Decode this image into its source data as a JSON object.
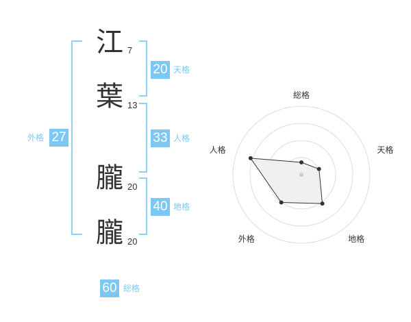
{
  "name": {
    "chars": [
      {
        "char": "江",
        "strokes": "7"
      },
      {
        "char": "葉",
        "strokes": "13"
      },
      {
        "char": "朧",
        "strokes": "20"
      },
      {
        "char": "朧",
        "strokes": "20"
      }
    ]
  },
  "kaku": {
    "tenkaku": {
      "value": "20",
      "label": "天格"
    },
    "jinkaku": {
      "value": "33",
      "label": "人格"
    },
    "chikaku": {
      "value": "40",
      "label": "地格"
    },
    "gaikaku": {
      "value": "27",
      "label": "外格"
    },
    "soukaku": {
      "value": "60",
      "label": "総格"
    }
  },
  "chart_data": {
    "type": "radar",
    "axes": [
      "総格",
      "天格",
      "地格",
      "外格",
      "人格"
    ],
    "values": [
      0.18,
      0.27,
      0.52,
      0.5,
      0.78
    ],
    "range": [
      0,
      1
    ],
    "rings": 4,
    "colors": {
      "fill": "#eeeeee",
      "line": "#333333",
      "ring": "#dddddd",
      "accent": "#7cc8f3"
    }
  }
}
